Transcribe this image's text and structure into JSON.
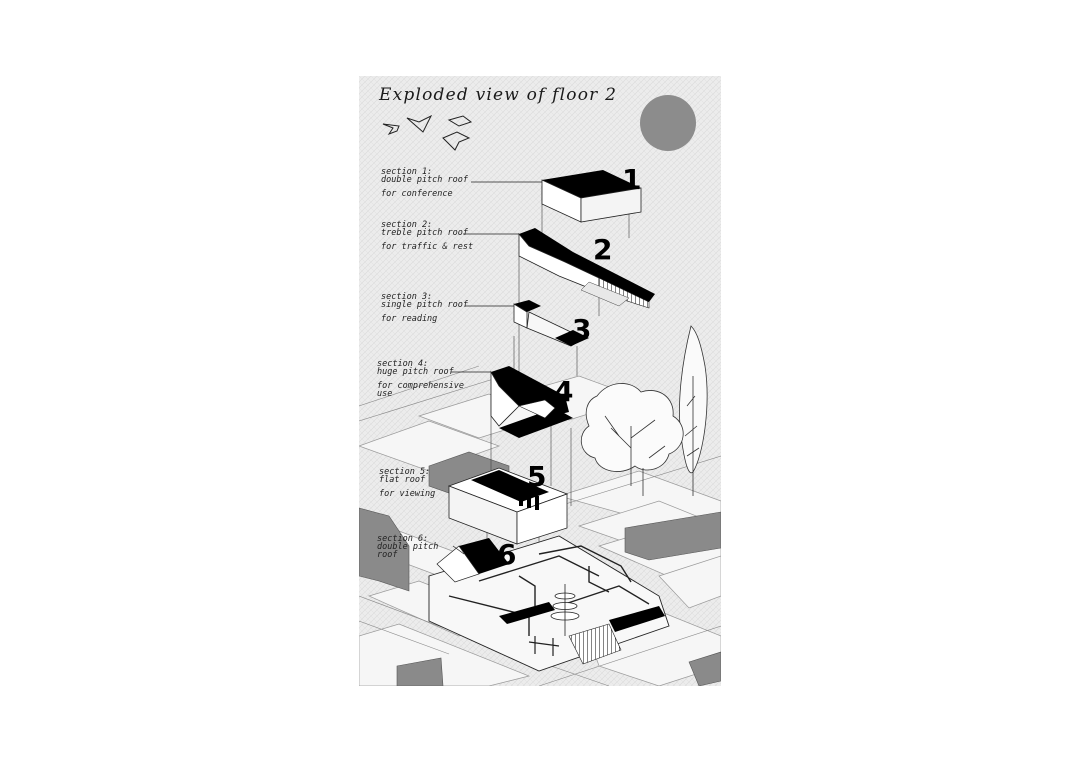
{
  "title": "Exploded view of floor 2",
  "sections": [
    {
      "number": "1",
      "heading": "section 1:",
      "roof": "double pitch roof",
      "use": "for conference"
    },
    {
      "number": "2",
      "heading": "section 2:",
      "roof": "treble pitch roof",
      "use": "for traffic & rest"
    },
    {
      "number": "3",
      "heading": "section 3:",
      "roof": "single pitch roof",
      "use": "for reading"
    },
    {
      "number": "4",
      "heading": "section 4:",
      "roof": "huge pitch roof",
      "use": "for comprehensive",
      "use2": "use"
    },
    {
      "number": "5",
      "heading": "section 5:",
      "roof": "flat roof",
      "use": "for viewing"
    },
    {
      "number": "6",
      "heading": "section 6:",
      "roof": "double pitch",
      "roof2": "roof"
    }
  ],
  "colors": {
    "paper": "#ececec",
    "ink": "#000000",
    "sun": "#8c8c8c",
    "context_block": "#8a8a8a"
  }
}
